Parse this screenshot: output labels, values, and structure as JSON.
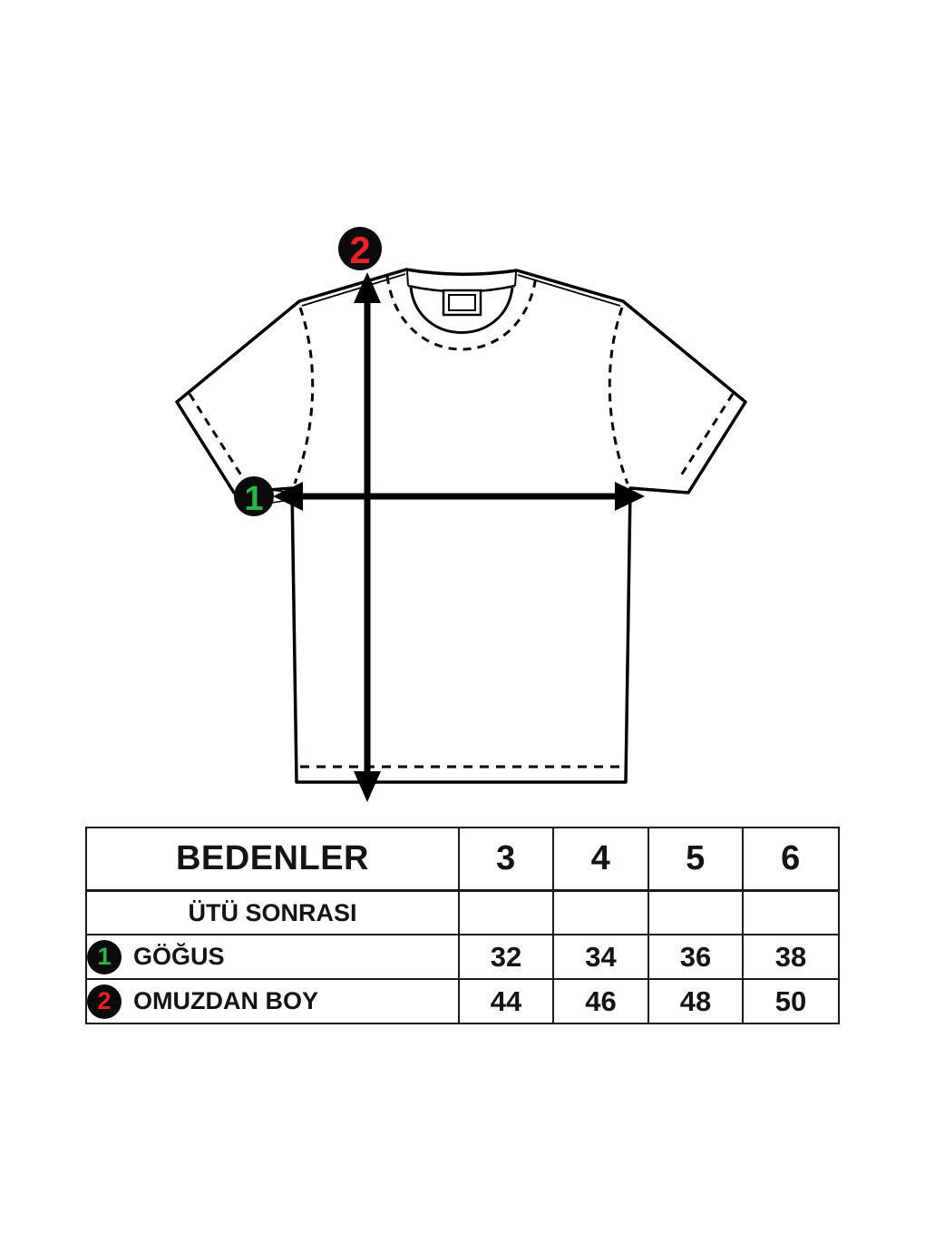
{
  "colors": {
    "page_background": "#ffffff",
    "line_black": "#000000",
    "table_border": "#1a1a1a",
    "badge_background": "#0b0b0b",
    "badge_1_green": "#2eb34a",
    "badge_2_red": "#e8232b"
  },
  "diagram": {
    "badge_1": {
      "number": "1",
      "color": "#2eb34a"
    },
    "badge_2": {
      "number": "2",
      "color": "#e8232b"
    },
    "chest_arrow_icon": "double-headed-horizontal-arrow",
    "length_arrow_icon": "double-headed-vertical-arrow",
    "garment_icon": "t-shirt-front-outline"
  },
  "table": {
    "title": "BEDENLER",
    "sizes": [
      "3",
      "4",
      "5",
      "6"
    ],
    "rows": [
      {
        "label": "ÜTÜ SONRASI",
        "values": [
          "",
          "",
          "",
          ""
        ]
      },
      {
        "badge": "1",
        "label": "GÖĞUS",
        "values": [
          "32",
          "34",
          "36",
          "38"
        ]
      },
      {
        "badge": "2",
        "label": "OMUZDAN BOY",
        "values": [
          "44",
          "46",
          "48",
          "50"
        ]
      }
    ]
  }
}
